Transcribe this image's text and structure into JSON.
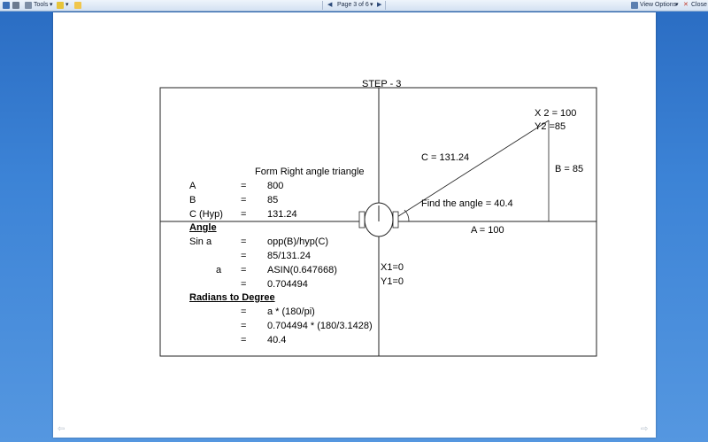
{
  "toolbar": {
    "tools_label": "Tools",
    "page_indicator": "Page 3 of 6",
    "view_options_label": "View Options",
    "close_label": "Close"
  },
  "document": {
    "step_title": "STEP - 3",
    "x2_label": "X 2 = 100",
    "y2_label": "Y2 =85",
    "c_label": "C = 131.24",
    "b_label": "B  = 85",
    "find_angle_label": "Find the angle = 40.4",
    "a_label": "A   = 100",
    "x1_label": "X1=0",
    "y1_label": "Y1=0",
    "heading": "Form Right angle triangle",
    "rows_top": [
      {
        "name": "A",
        "eq": "=",
        "value": "800"
      },
      {
        "name": "B",
        "eq": "=",
        "value": "85"
      },
      {
        "name": "C (Hyp)",
        "eq": "=",
        "value": "131.24"
      }
    ],
    "angle_heading": "Angle",
    "angle_rows": [
      {
        "name": "Sin a",
        "eq": "=",
        "value": "opp(B)/hyp(C)"
      },
      {
        "name": "",
        "eq": "=",
        "value": "85/131.24"
      },
      {
        "name": "a",
        "eq": "=",
        "value": "ASIN(0.647668)"
      },
      {
        "name": "",
        "eq": "=",
        "value": "0.704494"
      }
    ],
    "radians_heading": "Radians to Degree",
    "radian_rows": [
      {
        "eq": "=",
        "value": "a * (180/pi)"
      },
      {
        "eq": "=",
        "value": "0.704494 * (180/3.1428)"
      },
      {
        "eq": "=",
        "value": "40.4"
      }
    ]
  },
  "colors": {
    "toolbar_bg": "#dbe7f5",
    "background": "#3c83d6",
    "page": "#ffffff"
  }
}
